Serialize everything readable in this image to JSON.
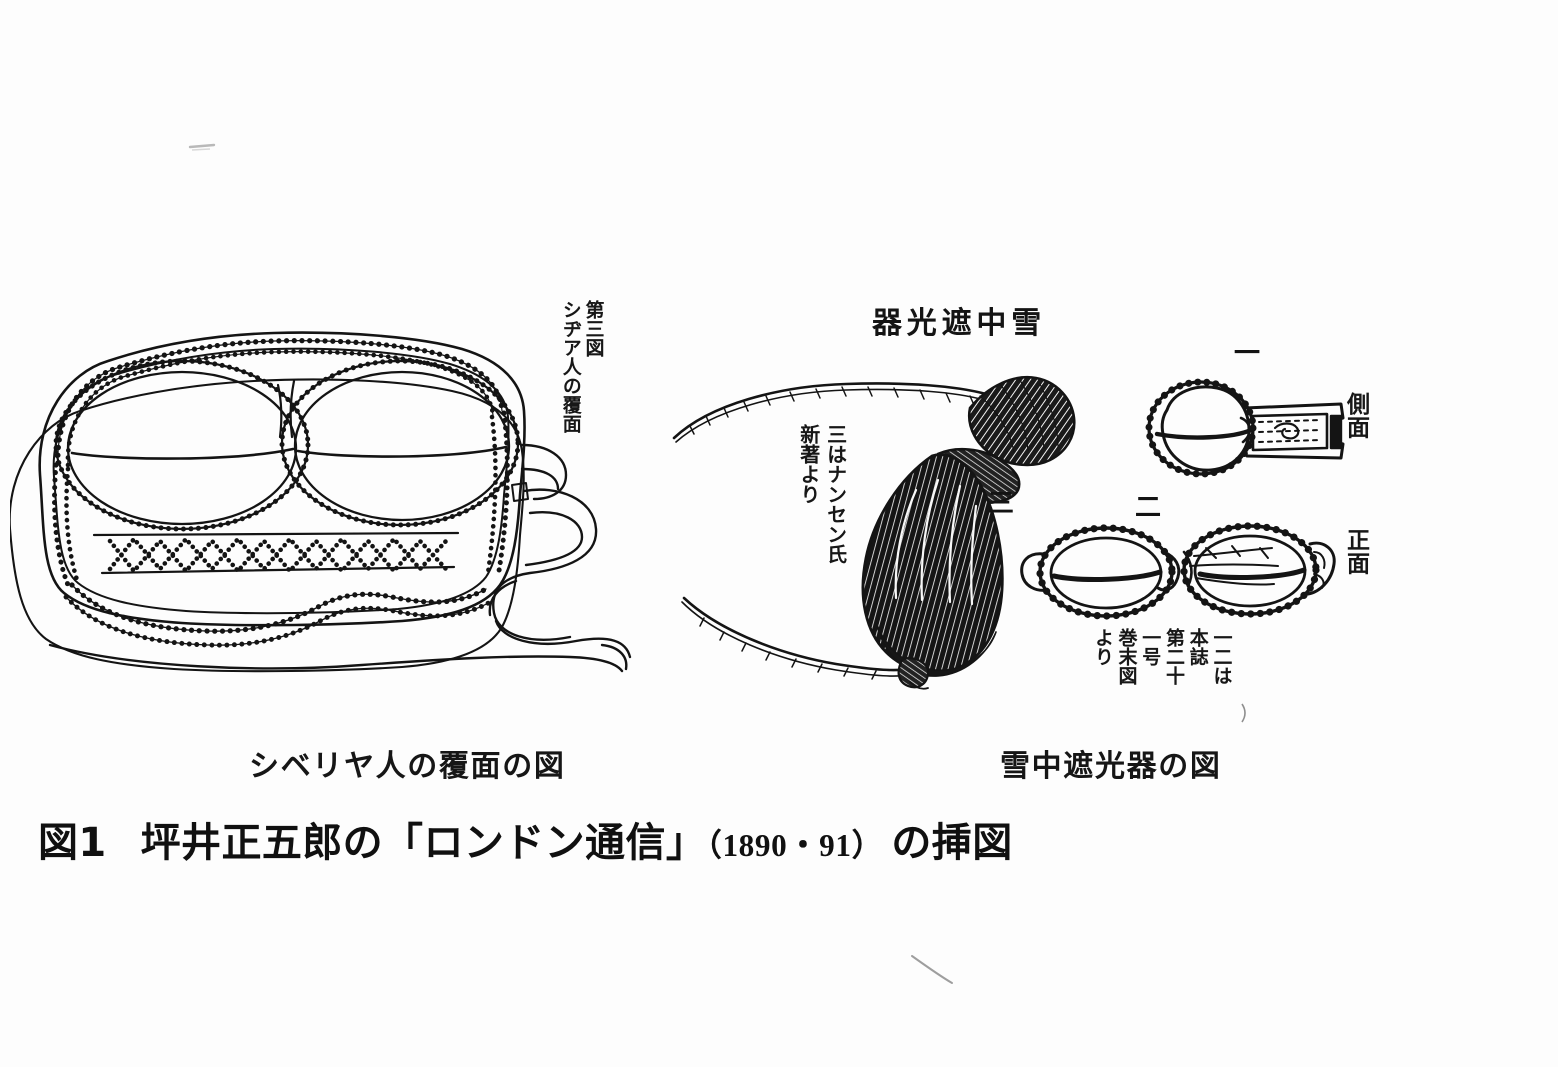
{
  "document": {
    "background_color": "#fdfdfd",
    "ink_color": "#141414",
    "main_caption": {
      "figure_number": "図1",
      "text": "坪井正五郎の「ロンドン通信」",
      "year": "（1890・91）",
      "tail": "の挿図"
    }
  },
  "left_figure": {
    "subcaption": "シベリヤ人の覆面の図",
    "inline_labels": {
      "plate_number": "第三図",
      "description": "シヂア人の覆面"
    },
    "description": "シベリヤ人の覆面（ビーズ縁取りの眼帯式マスク、両眼に細い切れ目、下部に装飾帯、右に結び紐）"
  },
  "right_figure": {
    "heading_right_to_left": "器光遮中雪",
    "heading_reading": "雪中遮光器",
    "subcaption": "雪中遮光器の図",
    "numbered_items": [
      {
        "number": "一",
        "view": "側面"
      },
      {
        "number": "二",
        "view": "正面"
      },
      {
        "number": "三",
        "view": ""
      }
    ],
    "view_labels": {
      "side": "側面",
      "front": "正面"
    },
    "source_note_nansen": {
      "columns": [
        "三はナンセン氏",
        "新著より"
      ]
    },
    "source_note_journal": {
      "columns": [
        "一二は",
        "本誌",
        "第二十",
        "一号",
        "巻末図",
        "より"
      ]
    }
  }
}
